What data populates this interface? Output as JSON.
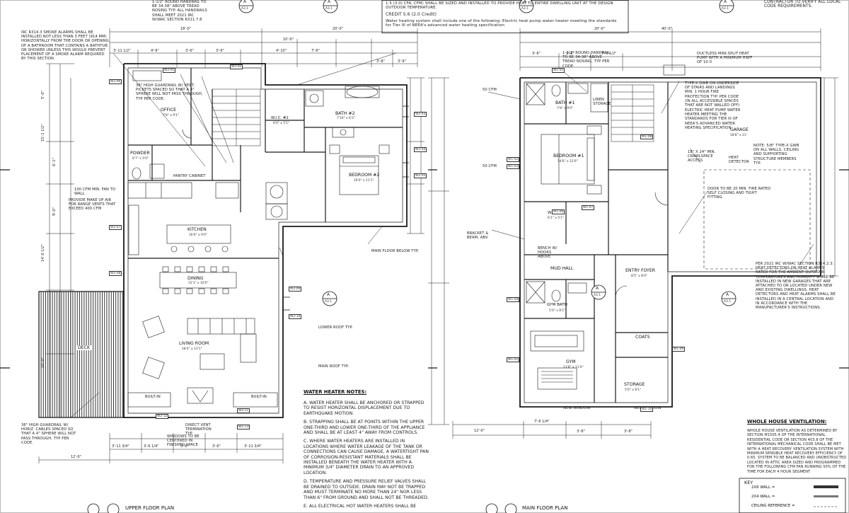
{
  "upper_plan": {
    "title": "UPPER FLOOR PLAN",
    "rooms": [
      {
        "name": "OFFICE",
        "size": "7'8\" x 9'1\""
      },
      {
        "name": "POWDER",
        "size": "6'7\" x 5'0\""
      },
      {
        "name": "W.I.C. #2",
        "size": "6'0\" x 5'1\""
      },
      {
        "name": "BATH #2",
        "size": "7'10\" x 6'3\""
      },
      {
        "name": "BEDROOM #2",
        "size": "16'0\" x 11'1\""
      },
      {
        "name": "KITCHEN",
        "size": "16'6\" x 9'0\""
      },
      {
        "name": "DINING",
        "size": "15'1\" x 10'0\""
      },
      {
        "name": "LIVING ROOM",
        "size": "18'4\" x 13'1\""
      },
      {
        "name": "DECK",
        "size": ""
      }
    ],
    "dimensions_top": [
      "3'-11 1/2\"",
      "4'-6\"",
      "3'-6\"",
      "3'-6\"",
      "4'-10\"",
      "7'-6\"",
      "3'-8\"",
      "3'-9\""
    ],
    "dimensions_overall": [
      "18'-0\"",
      "10'-0\"",
      "20'-0\""
    ],
    "dimensions_bottom": [
      "3'-11 3/4\"",
      "3'-6 1/4\"",
      "3'-6\"",
      "3'-6\"",
      "3'-11 3/4\""
    ],
    "dimension_overall_bottom": "12'-0\"",
    "dimensions_left": [
      "5'-0\"",
      "6'-1\"",
      "15'-1 1/2\"",
      "9'-0\"",
      "14'-0 1/2\"",
      "10'-0\""
    ],
    "notes": [
      "IRC R314.3 SMOKE ALARMS SHALL BE INSTALLED NOT LESS THAN 3 FEET (914 MM) HORIZONTALLY FROM THE DOOR OR OPENING OF A BATHROOM THAT CONTAINS A BATHTUB OR SHOWER UNLESS THIS WOULD PREVENT PLACEMENT OF A SMOKE ALARM REQUIRED BY THIS SECTION.",
      "36\" HIGH GUARDRAIL W/ VERT. PICKETS SPACED SO THAT A 4\" SPHERE WILL NOT PASS THROUGH, TYP PER CODE.",
      "1-1/2\" ROUND HANDRAIL TO BE 34-38\" ABOVE TREAD NOSING TYP. ALL HANDRAILS SHALL MEET 2021 IRC W/WAC SECTION R311.7.8",
      "100 CFM MIN. FAN TO WALL",
      "PROVIDE MAKE UP AIR FOR RANGE VENTS THAT EXCEED 400 CFM",
      "36\" HIGH GUARDRAIL W/ HORIZ. CABLES SPACED SO THAT A 4\" SPHERE WILL NOT PASS THROUGH, TYP PER CODE.",
      "DIRECT VENT TERMINATION TYP.",
      "WINDOWS TO BE CENTERED IN FINISHED SPACE",
      "MAIN FLOOR BELOW TYP.",
      "LOWER ROOF TYP.",
      "MAIN ROOF TYP.",
      "PANTRY CABINET",
      "BUILT-IN",
      "BUILT-IN"
    ]
  },
  "main_plan": {
    "title": "MAIN FLOOR PLAN",
    "rooms": [
      {
        "name": "BATH #1",
        "size": "7'8\" x 9'0\""
      },
      {
        "name": "BEDROOM #1",
        "size": "14'6\" x 12'0\""
      },
      {
        "name": "W.I.C. #1",
        "size": "6'1\" x 5'1\""
      },
      {
        "name": "GARAGE",
        "size": "18'8\" x 21'"
      },
      {
        "name": "MUD HALL",
        "size": ""
      },
      {
        "name": "ENTRY FOYER",
        "size": "8'5\" x 8'0\""
      },
      {
        "name": "GYM BATH",
        "size": "5'0\" x 8'1\""
      },
      {
        "name": "GYM",
        "size": "13'8\" x 11'4\""
      },
      {
        "name": "COATS",
        "size": ""
      },
      {
        "name": "STORAGE",
        "size": "5'0\" x 8'1\""
      }
    ],
    "dimensions_overall": [
      "20'-0\"",
      "40'-0\""
    ],
    "dimensions_top": [
      "3'-6\"",
      "3'-6\"",
      "7'-0 1/2\""
    ],
    "dimensions_bottom": [
      "12'-0\"",
      "7'-6 1/4\"",
      "3'-8\"",
      "3'-8\""
    ],
    "notes": [
      "1-1/2\" ROUND HANDRAIL TO BE 34-38\" ABOVE TREAD NOSING, TYP PER CODE.",
      "DUCTLESS MINI-SPLIT HEAT PUMP WITH A MINIMUM HSPF OF 10.0",
      "TYPE-X GWB ON UNDERSIDE OF STAIRS AND LANDINGS MIN. 1 HOUR FIRE PROTECTION TYP. PER CODE (IN ALL ACCESSIBLE SPACES THAT ARE NOT WALLED OFF)",
      "ELECTRIC HEAT PUMP WATER HEATER MEETING THE STANDARDS FOR TIER III OF NEEA'S ADVANCED WATER HEATING SPECIFICATION",
      "NOTE: 5/8\" TYPE-X GWB ON ALL WALLS, CEILING AND SUPPORTING STRUCTURE MEMBERS TYP.",
      "18\" X 24\" MIN. CRAWLSPACE ACCESS",
      "DOOR TO BE 20 MIN. FIRE RATED SELF CLOSING AND TIGHT FITTING",
      "PER 2021 IRC W/WAC SECTION R314.2.3: HEAT DETECTORS OR HEAT ALARMS RATED FOR THE AMBIENT OUTDOOR TEMPERATURES AND HUMIDITY SHALL BE INSTALLED IN NEW GARAGES THAT ARE ATTACHED TO OR LOCATED UNDER NEW AND EXISTING DWELLINGS. HEAT DETECTORS AND HEAT ALARMS SHALL BE INSTALLED IN A CENTRAL LOCATION AND IN ACCORDANCE WITH THE MANUFACTURER'S INSTRUCTIONS.",
      "BRACKET & BEAM, ABV.",
      "HEAT DETECTOR",
      "BENCH W/ HOOKS ABOVE",
      "LINEN STORAGE",
      "50 CFM",
      "50 CFM",
      "NEW WINDOW",
      "NEW WINDOW"
    ]
  },
  "water_heater_notes": {
    "heading": "WATER HEATER NOTES:",
    "items": [
      "A. WATER HEATER SHALL BE ANCHORED OR STRAPPED TO RESIST HORIZONTAL DISPLACEMENT DUE TO EARTHQUAKE MOTION.",
      "B. STRAPPING SHALL BE AT POINTS WITHIN THE UPPER ONE-THIRD AND LOWER ONE-THIRD OF THE APPLIANCE AND SHALL BE AT LEAST 4\" AWAY FROM CONTROLS.",
      "C. WHERE WATER HEATERS ARE INSTALLED IN LOCATIONS WHERE WATER LEAKAGE OF THE TANK OR CONNECTIONS CAN CAUSE DAMAGE, A WATERTIGHT PAN OF CORROSION-RESISTANT MATERIALS SHALL BE INSTALLED BENEATH THE WATER HEATER WITH A MINIMUM 3/4\" DIAMETER DRAIN TO AN APPROVED LOCATION.",
      "D. TEMPERATURE AND PRESSURE RELIEF VALVES SHALL BE DRAINED TO OUTSIDE. DRAIN MAY NOT BE TRAPPED AND MUST TERMINATE NO MORE THAN 24\" NOR LESS THAN 6\" FROM GROUND AND SHALL NOT BE THREADED.",
      "E. ALL ELECTRICAL HOT WATER HEATERS SHALL BE"
    ]
  },
  "credit_box": {
    "line1": "1.5 (3.0) CFA; CFM) SHALL BE SIZED AND INSTALLED TO PROVIDE HEAT TO ENTIRE DWELLING UNIT AT THE DESIGN OUTDOOR TEMPERATURE.",
    "credit_label": "CREDIT 5.6 (2.0 Credit)",
    "credit_text": "Water heating system shall include one of the following: Electric heat pump water heater meeting the standards for Tier III of NEEA's advanced water heating specification"
  },
  "ventilation": {
    "heading": "WHOLE HOUSE VENTILATION:",
    "text": "WHOLE HOUSE VENTILATION AS DETERMINED BY SECTION M1505.4 OF THE INTERNATIONAL RESIDENTIAL CODE OR SECTION 403.8 OF THE INTERNATIONAL MECHANICAL CODE SHALL BE MET WITH A HEAT RECOVERY VENTILATION SYSTEM WITH MINIMUM SENSIBLE HEAT RECOVERY EFFICIENCY OF 0.65. SYSTEM TO BE BALANCED AND UNOBSTRUCTED LOCATED IN ATTIC AREA SIZED AND PROGRAMMED FOR THE FOLLOWING CFM FAN RUNNING 50% OF THE TIME FOR EACH 4 HOUR SEGMENT"
  },
  "top_right_note": "CONTRACTOR TO VERIFY ALL LOCAL CODE REQUIREMENTS.",
  "key": {
    "title": "KEY",
    "items": [
      "2X6 WALL =",
      "2X4 WALL =",
      "CEILING REFERENCE ="
    ]
  },
  "section_markers": [
    {
      "letter": "A",
      "sheet": "A3.1"
    },
    {
      "letter": "A",
      "sheet": "A3.1"
    },
    {
      "letter": "A",
      "sheet": "A3.1"
    },
    {
      "letter": "A",
      "sheet": "A3.1"
    },
    {
      "letter": "A",
      "sheet": "A3.1"
    },
    {
      "letter": "A",
      "sheet": "A3.1"
    },
    {
      "letter": "A",
      "sheet": "A3.1"
    }
  ],
  "window_tags": [
    "W2-01",
    "W2-02",
    "W2-03",
    "W2-04",
    "W2-05",
    "W2-06",
    "W2-07",
    "W2-08",
    "W2-09",
    "W2-10",
    "W2-11",
    "W2-12",
    "W2-13",
    "W1-01",
    "W1-02",
    "W1-03",
    "W1-04",
    "W1-05",
    "W1-06",
    "W1-07",
    "W1-08",
    "W1-09",
    "W1-10"
  ]
}
